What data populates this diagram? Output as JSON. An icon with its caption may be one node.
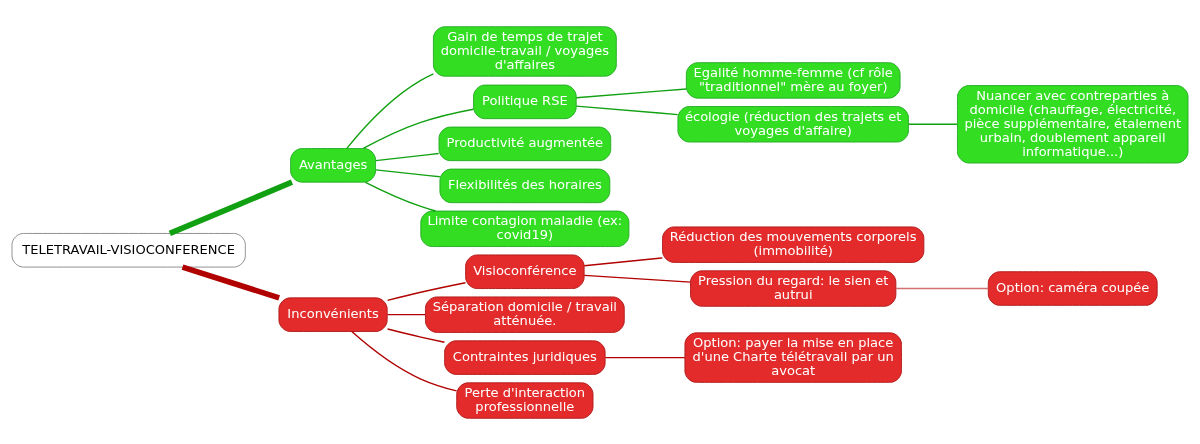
{
  "diagram": {
    "nodes": [
      {
        "text": [
          "TELETRAVAIL-VISIOCONFERENCE"
        ]
      },
      {
        "text": [
          "Avantages"
        ]
      },
      {
        "text": [
          "Gain de temps de trajet domicile-travail / voyages d'affaires"
        ]
      },
      {
        "text": [
          "Politique RSE"
        ]
      },
      {
        "text": [
          "Egalité homme-femme (cf rôle \"traditionnel\" mère au foyer)"
        ]
      },
      {
        "text": [
          "écologie (réduction des trajets et voyages d'affaire)"
        ]
      },
      {
        "text": [
          "Nuancer avec contreparties à domicile (chauffage, électricité, pièce supplémentaire, étalement urbain, doublement appareil informatique...)"
        ]
      },
      {
        "text": [
          "Productivité augmentée"
        ]
      },
      {
        "text": [
          "Flexibilités des horaires"
        ]
      },
      {
        "text": [
          "Limite contagion maladie (ex: covid19)"
        ]
      },
      {
        "text": [
          "Inconvénients"
        ]
      },
      {
        "text": [
          "Visioconférence"
        ]
      },
      {
        "text": [
          "Réduction des mouvements corporels (immobilité)"
        ]
      },
      {
        "text": [
          "Pression du regard: le sien et autrui"
        ]
      },
      {
        "text": [
          "Option: caméra coupée"
        ]
      },
      {
        "text": [
          "Séparation domicile / travail atténuée."
        ]
      },
      {
        "text": [
          "Contraintes juridiques"
        ]
      },
      {
        "text": [
          "Option: payer la mise en place d'une Charte télétravail par un avocat"
        ]
      },
      {
        "text": [
          "Perte d'interaction professionnelle"
        ]
      }
    ],
    "edges": [
      {
        "from": 0,
        "to": 1,
        "arrow": "none",
        "style": "thick"
      },
      {
        "from": 1,
        "to": 2,
        "arrow": "none"
      },
      {
        "from": 1,
        "to": 3,
        "arrow": "none"
      },
      {
        "from": 3,
        "to": 4,
        "arrow": "none"
      },
      {
        "from": 3,
        "to": 5,
        "arrow": "none"
      },
      {
        "from": 5,
        "to": 6,
        "arrow": "none"
      },
      {
        "from": 1,
        "to": 7,
        "arrow": "none"
      },
      {
        "from": 1,
        "to": 8,
        "arrow": "none"
      },
      {
        "from": 1,
        "to": 9,
        "arrow": "none"
      },
      {
        "from": 0,
        "to": 10,
        "arrow": "none",
        "style": "thick",
        "color": "#b00000"
      },
      {
        "from": 10,
        "to": 11,
        "arrow": "none",
        "color": "#b00000"
      },
      {
        "from": 11,
        "to": 12,
        "arrow": "none",
        "color": "#b00000"
      },
      {
        "from": 11,
        "to": 13,
        "arrow": "none",
        "color": "#b00000"
      },
      {
        "from": 13,
        "to": 14,
        "arrow": "none",
        "color": "#d07070"
      },
      {
        "from": 10,
        "to": 15,
        "arrow": "none",
        "color": "#b00000"
      },
      {
        "from": 10,
        "to": 16,
        "arrow": "none",
        "color": "#b00000"
      },
      {
        "from": 16,
        "to": 17,
        "arrow": "none",
        "color": "#b00000"
      },
      {
        "from": 10,
        "to": 18,
        "arrow": "none",
        "color": "#b00000"
      }
    ]
  }
}
